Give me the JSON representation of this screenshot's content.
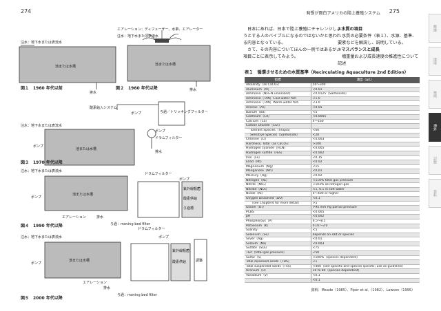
{
  "header": {
    "left_page": "274",
    "right_page": "275",
    "running_title": "発想が面白アメリカの陸上養殖システム"
  },
  "figures": [
    {
      "caption": "図１　1960 年代以前",
      "labels": [
        "注水：地下水または表流水",
        "池または水槽",
        "排水"
      ]
    },
    {
      "caption": "図２　1960 年代以降",
      "labels": [
        "エアレーション：ディフューザー、水車、エアレーター",
        "注水：地下水または表流水",
        "池または水槽",
        "排水"
      ]
    },
    {
      "caption": "図３　1970 年代以降",
      "labels": [
        "酸素給入システム",
        "ポンプ",
        "注水：地下水または表流水",
        "ろ過／トリッキングフィルター",
        "池または水槽",
        "ポンプ",
        "ドラムフィルター",
        "ポンプ",
        "排水"
      ]
    },
    {
      "caption": "図４　1990 年代以降",
      "labels": [
        "注水：地下水または表流水",
        "ドラムフィルター",
        "ポンプ",
        "池または水槽",
        "ポンプ",
        "エアレーション",
        "排水",
        "ろ過：moving bed filter",
        "紫外線殺菌",
        "酸素供給",
        "ろ過槽"
      ]
    },
    {
      "caption": "図５　2000 年代以降",
      "labels": [
        "ドラムフィルター",
        "注水：地下水または表流水",
        "ポンプ",
        "池または水槽",
        "ポンプ",
        "エアレーション",
        "排水",
        "ろ過：moving bed filter",
        "紫外線殺菌",
        "酸素供給",
        "調整"
      ]
    }
  ],
  "body_paragraphs": [
    "日本にあれば、日本で陸上養殖にチャレンジしようとする人のバイブルになるのではないかと思われる内容となっている。",
    "さて、その内容についてほんの一例ではあるが、項目ごとに表示してみよう。"
  ],
  "side_notes": [
    {
      "heading": "①水質の項目",
      "text": "水質の必要条件（表１）、水源、基準、要素などを解説し、説明している。"
    },
    {
      "heading": "②マスバランスと成長",
      "text": "増重量および成長速度の推進性について記述"
    }
  ],
  "table": {
    "caption": "表１　循環させるための水質基準（Recirculating Aquaculture 2nd Edition）",
    "headers": [
      "指標",
      "濃度（g/L）"
    ],
    "rows": [
      [
        "Alkalinity（as CaCO₃）",
        "50～300"
      ],
      [
        "Aluminum（Al）",
        "<0.01"
      ],
      [
        "Ammonia（NH₃-N unionized）",
        "<0.0125（Salmonids）"
      ],
      [
        "Ammonia（TAN）Cool-water fish",
        "<1.0"
      ],
      [
        "Ammonia（TAN）Warm-water fish",
        "<3.0"
      ],
      [
        "Arsenic（As）",
        "<0.05"
      ],
      [
        "Barium（Ba）",
        "<5"
      ],
      [
        "Cadmium（Cd）",
        "<0.0005"
      ],
      [
        "Calcium（Ca）",
        "4～160"
      ],
      [
        "Carbon Dioxide（CO₂）",
        ""
      ],
      [
        "Tolerant Species（Tilapia）",
        "<60"
      ],
      [
        "Sensitive Species（Salmonids）",
        "<20"
      ],
      [
        "Chlorine（Cl）",
        "<0.003"
      ],
      [
        "Hardness, Total（as CaCO₃）",
        ">100"
      ],
      [
        "Hydrogen cyanide（HCN）",
        "<0.005"
      ],
      [
        "Hydrogen sulfide（H₂S）",
        "<0.002"
      ],
      [
        "Iron（Fe）",
        "<0.15"
      ],
      [
        "Lead（Pb）",
        "<0.02"
      ],
      [
        "Magnesium（Mg）",
        "<15"
      ],
      [
        "Manganese（Mn）",
        "<0.01"
      ],
      [
        "Mercury（Hg）",
        "<0.02"
      ],
      [
        "Nitrogen（N₂）",
        "<110% total gas pressure"
      ],
      [
        "Nitrite（NO₂）",
        "<103% as nitrogen gas"
      ],
      [
        "Nitrate（NO₃）",
        "<1, 0.1 in soft water"
      ],
      [
        "Nickel（Ni）",
        "0～400 or higher"
      ],
      [
        "Oxygen Dissolved（DO）",
        "<0.1"
      ],
      [
        "（see Chapter4 for more detail）",
        ">5"
      ],
      [
        "Ozone（O₃）",
        ">95 mm Hg partial pressure"
      ],
      [
        "PCBS",
        "<0.005"
      ],
      [
        "pH",
        "<0.002"
      ],
      [
        "Phosphorous（P）",
        "6.5～8.5"
      ],
      [
        "Potassium（K）",
        "0.01～3.0"
      ],
      [
        "Salinity",
        "<5"
      ],
      [
        "Selenium（Se）",
        "depends on salt or species"
      ],
      [
        "Silver（Ag）",
        "<0.01"
      ],
      [
        "Sodium（Na）",
        "<0.003"
      ],
      [
        "Sulfate（SO₄）",
        "<75"
      ],
      [
        "TGP（total gas pressure）",
        "<50"
      ],
      [
        "Sulfur（S）",
        "<100%（species dependent）"
      ],
      [
        "Total dissolved solids（TDS）",
        "<1"
      ],
      [
        "Total suspended solids（TSS）",
        "<400（site specific and species specific; use as guideline）"
      ],
      [
        "Uranium（U）",
        "10 to 80（species dependent）"
      ],
      [
        "Vanadium（V）",
        "<0.1"
      ],
      [
        "",
        "<0.1"
      ]
    ]
  },
  "source": "資料：Meade（1985）、Piper et al.（1982）、Lawson（1995）",
  "tabs": [
    "概論",
    "環境",
    "技術",
    "海外",
    "記録",
    "資料"
  ],
  "active_tab": "海外"
}
